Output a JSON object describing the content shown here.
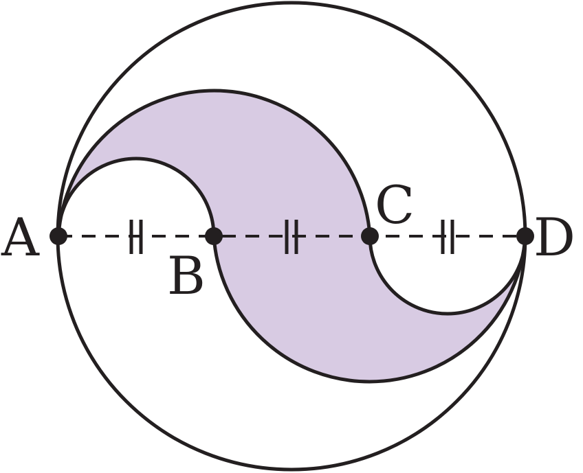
{
  "colors": {
    "stroke": "#231f20",
    "shaded_region": "#d8cbe3",
    "background": "#ffffff"
  },
  "points": {
    "A": "A",
    "B": "B",
    "C": "C",
    "D": "D"
  },
  "segments": {
    "equal_marks": "||",
    "count": 3
  }
}
